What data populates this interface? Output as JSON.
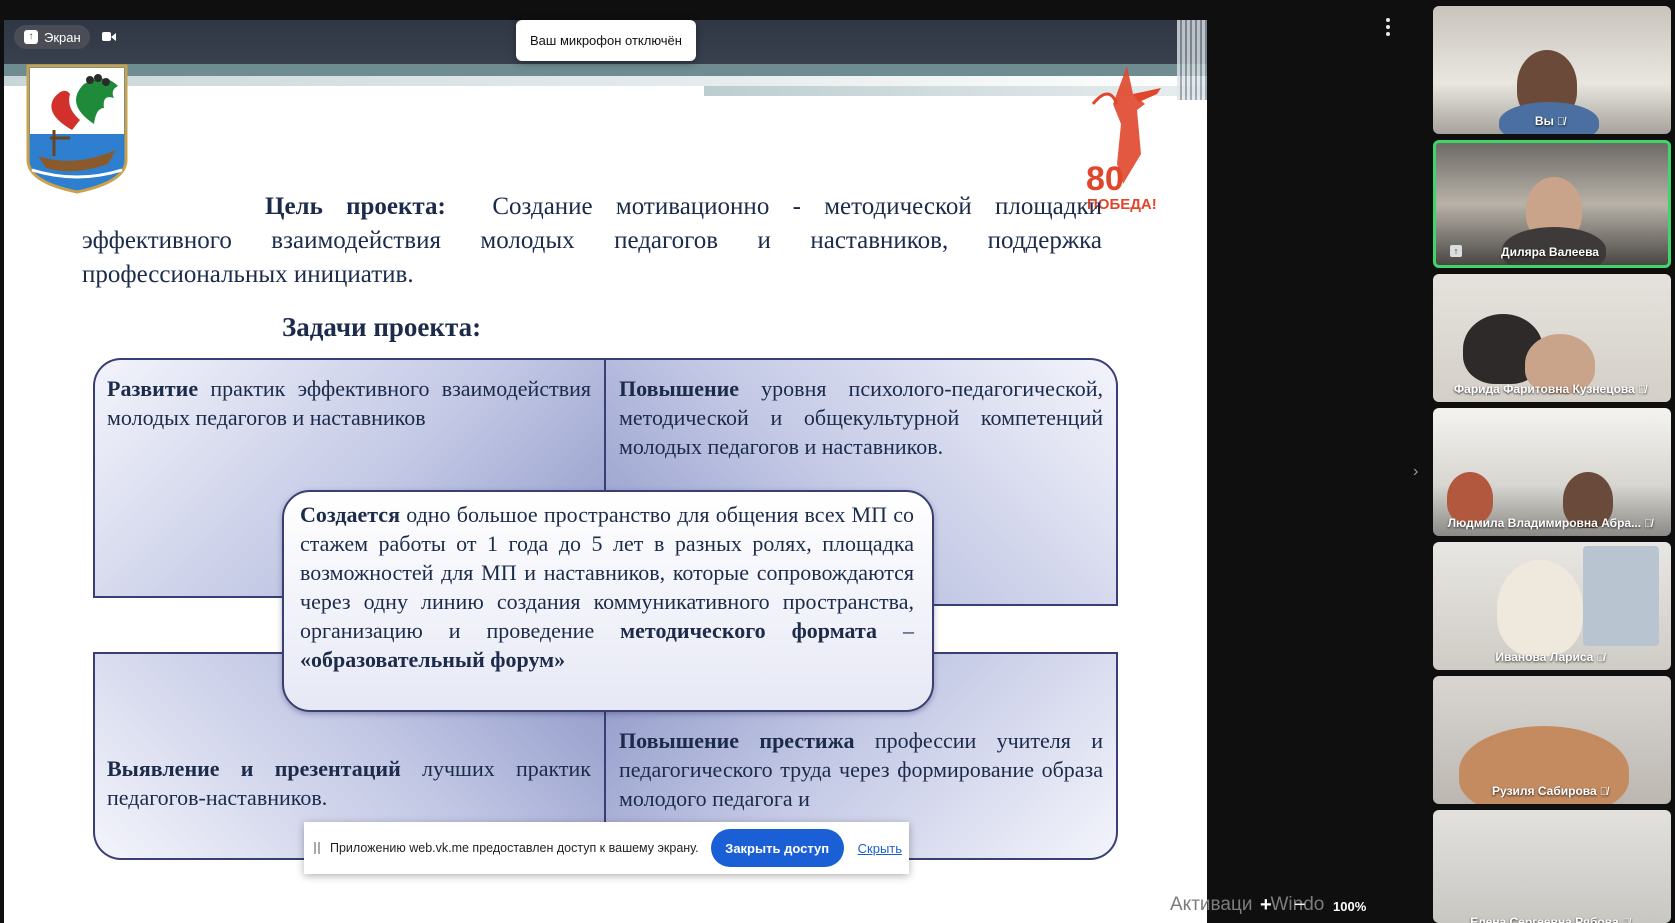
{
  "toolbar": {
    "screen_label": "Экран",
    "mic_toast": "Ваш микрофон отключён"
  },
  "slide": {
    "goal_label": "Цель проекта:",
    "goal_text": "Создание мотивационно - методической площадки эффективного взаимодействия молодых педагогов и наставников, поддержка профессиональных инициатив.",
    "tasks_title": "Задачи проекта:",
    "q1_bold": "Развитие",
    "q1_text": " практик эффективного взаимодействия молодых педагогов и наставников",
    "q2_bold": "Повышение",
    "q2_text": " уровня психолого-педагогической, методической и общекультурной компетенций молодых педагогов и наставников.",
    "center_bold1": "Создается",
    "center_text": " одно большое пространство  для общения всех МП со стажем работы  от 1 года до 5 лет в разных ролях, площадка возможностей для  МП и наставников, которые сопровождаются через одну линию создания коммуникативного пространства, организацию и проведение ",
    "center_bold2": "методического формата",
    "center_dash": " – ",
    "center_bold3": "«образовательный форум»",
    "q3_bold": "Выявление и презентаций",
    "q3_text": " лучших практик педагогов-наставников.",
    "q4_bold": "Повышение престижа",
    "q4_text": " профессии учителя и педагогического труда через формирование образа молодого педагога и"
  },
  "victory_badge": {
    "number": "80",
    "text": "ПОБЕДА!"
  },
  "share_bar": {
    "message": "Приложению web.vk.me предоставлен доступ к вашему экрану.",
    "close_label": "Закрыть доступ",
    "hide_label": "Скрыть"
  },
  "zoom": {
    "activation": "Активаци",
    "windows": "Windo",
    "plus": "+",
    "minus": "−",
    "level": "100%"
  },
  "participants": [
    {
      "name": "Вы",
      "muted": true,
      "active": false
    },
    {
      "name": "Диляра Валеева",
      "muted": false,
      "active": true,
      "sharing": true
    },
    {
      "name": "Фарида Фаритовна Кузнецова",
      "muted": true,
      "active": false
    },
    {
      "name": "Людмила Владимировна Абра...",
      "muted": true,
      "active": false
    },
    {
      "name": "Иванова Лариса",
      "muted": true,
      "active": false
    },
    {
      "name": "Рузиля Сабирова",
      "muted": true,
      "active": false
    },
    {
      "name": "Елена Сергеевна Рябова",
      "muted": true,
      "active": false
    }
  ],
  "colors": {
    "active_border": "#3ed56b",
    "primary_button": "#1a5fd6",
    "slide_text": "#1c2b4a"
  }
}
